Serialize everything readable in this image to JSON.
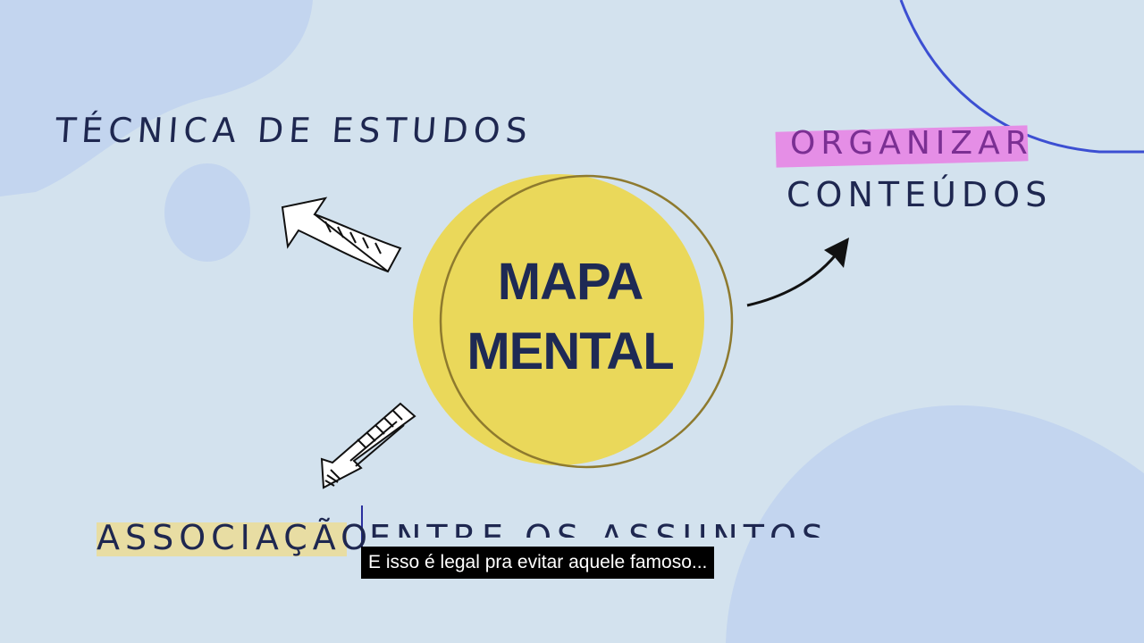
{
  "mindmap": {
    "center_line1": "MAPA",
    "center_line2": "MENTAL",
    "branch_tecnica": "TÉCNICA DE ESTUDOS",
    "branch_organizar": "ORGANIZAR",
    "branch_conteudos": "CONTEÚDOS",
    "branch_associacao": "ASSOCIAÇÃO",
    "branch_entre": "ENTRE OS ASSUNTOS"
  },
  "subtitle": {
    "text": "E isso é legal pra evitar aquele famoso..."
  },
  "colors": {
    "background": "#d3e2ee",
    "blob": "#c3d5ef",
    "circle_fill": "#ead85a",
    "circle_ring": "#8e7a2e",
    "text_dark": "#1e2750",
    "organizar_highlight": "#e58ee6",
    "associacao_highlight": "#e8dda3",
    "accent_arc": "#3c4fd2"
  }
}
